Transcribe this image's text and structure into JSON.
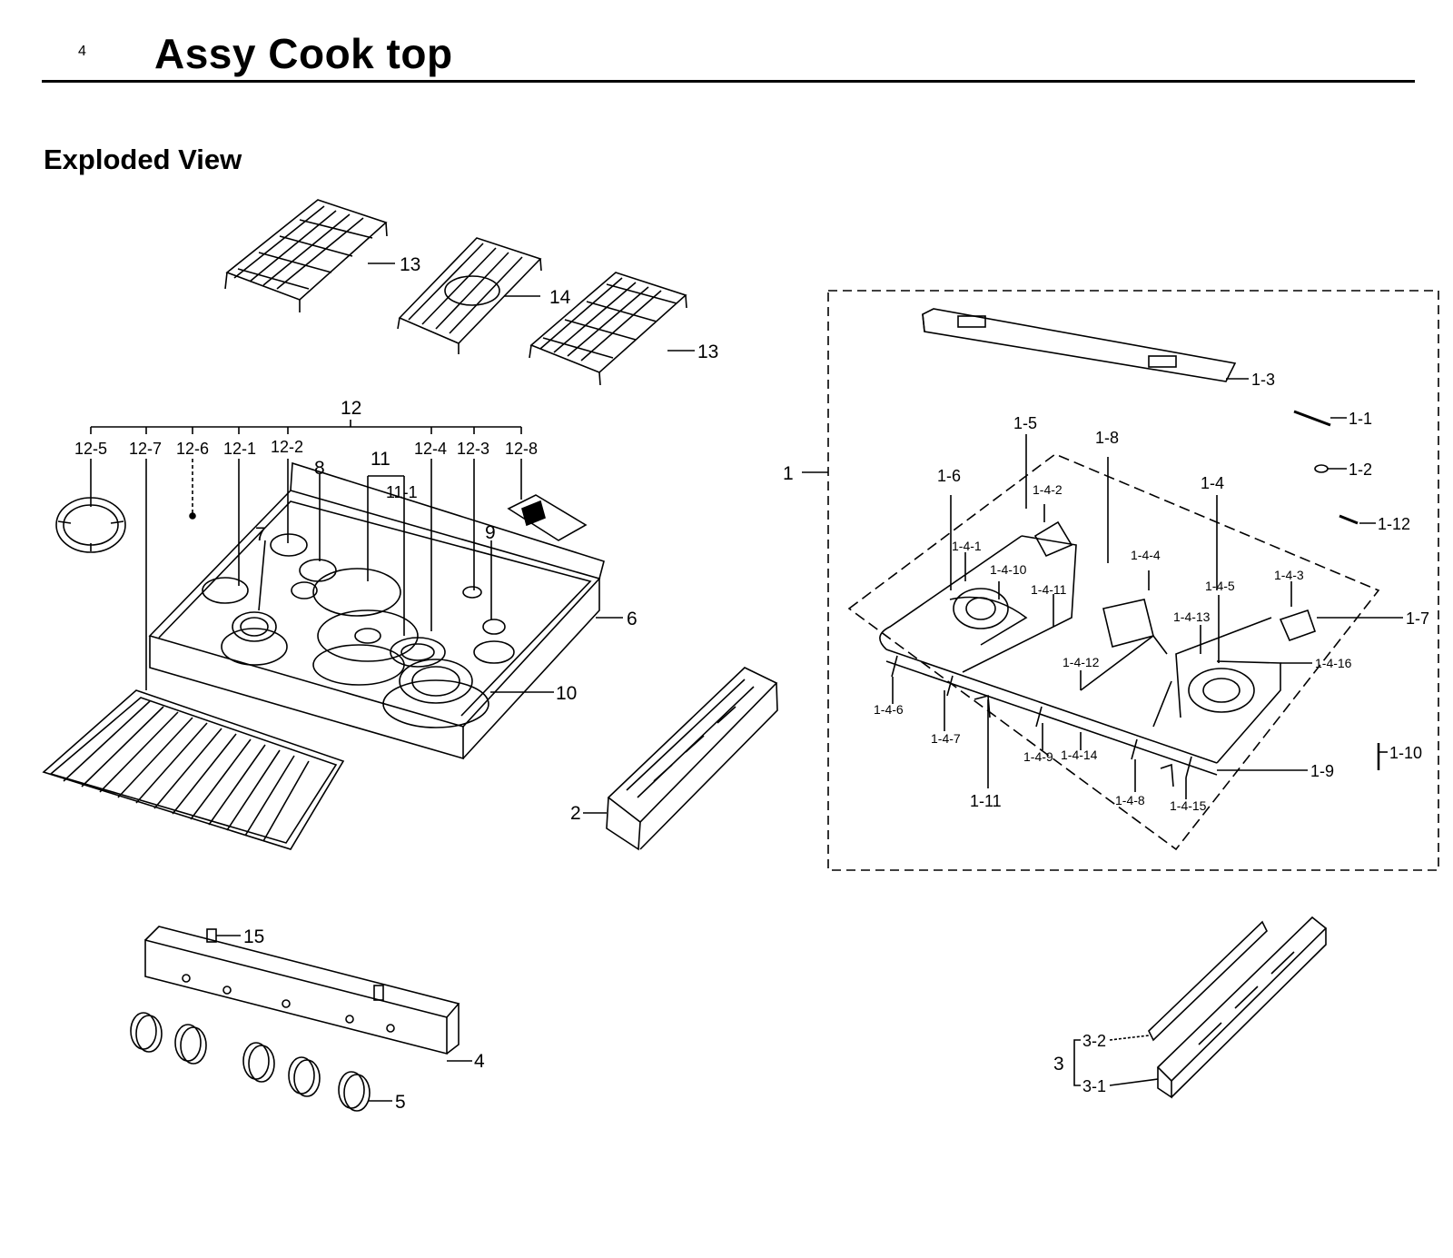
{
  "header": {
    "page_number": "4",
    "title": "Assy Cook top"
  },
  "section": {
    "title": "Exploded View"
  },
  "callouts": {
    "c13a": "13",
    "c14": "14",
    "c13b": "13",
    "c12": "12",
    "c12_5": "12-5",
    "c12_7": "12-7",
    "c12_6": "12-6",
    "c12_1": "12-1",
    "c12_2": "12-2",
    "c11": "11",
    "c12_4": "12-4",
    "c12_3": "12-3",
    "c12_8": "12-8",
    "c8": "8",
    "c11_1": "11-1",
    "c9": "9",
    "c7": "7",
    "c6": "6",
    "c10": "10",
    "c2": "2",
    "c15": "15",
    "c4": "4",
    "c5": "5",
    "c1": "1",
    "c1_3": "1-3",
    "c1_1": "1-1",
    "c1_2": "1-2",
    "c1_12": "1-12",
    "c1_5": "1-5",
    "c1_8": "1-8",
    "c1_6": "1-6",
    "c1_4": "1-4",
    "c1_4_2": "1-4-2",
    "c1_4_1": "1-4-1",
    "c1_4_10": "1-4-10",
    "c1_4_11": "1-4-11",
    "c1_4_4": "1-4-4",
    "c1_4_3": "1-4-3",
    "c1_4_5": "1-4-5",
    "c1_4_13": "1-4-13",
    "c1_7": "1-7",
    "c1_4_16": "1-4-16",
    "c1_4_12": "1-4-12",
    "c1_4_6": "1-4-6",
    "c1_4_7": "1-4-7",
    "c1_4_9": "1-4-9",
    "c1_4_14": "1-4-14",
    "c1_4_8": "1-4-8",
    "c1_4_15": "1-4-15",
    "c1_9": "1-9",
    "c1_10": "1-10",
    "c1_11": "1-11",
    "c3": "3",
    "c3_2": "3-2",
    "c3_1": "3-1"
  }
}
